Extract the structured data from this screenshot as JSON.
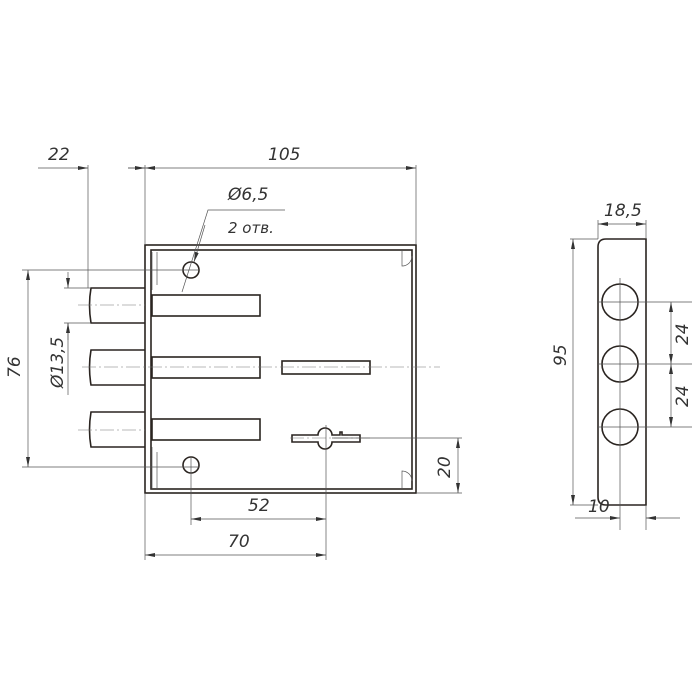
{
  "drawing": {
    "front_view": {
      "dim_backset_offset": "22",
      "dim_width": "105",
      "dim_hole_diameter": "Ø6,5",
      "dim_hole_count": "2 отв.",
      "dim_hole_spacing": "76",
      "dim_bolt_diameter": "Ø13,5",
      "dim_keyhole_height": "20",
      "dim_hole_to_keyhole": "52",
      "dim_backset": "70"
    },
    "side_view": {
      "dim_faceplate_width": "18,5",
      "dim_faceplate_height": "95",
      "dim_bolt_spacing_1": "24",
      "dim_bolt_spacing_2": "24",
      "dim_bolt_offset": "10"
    }
  }
}
